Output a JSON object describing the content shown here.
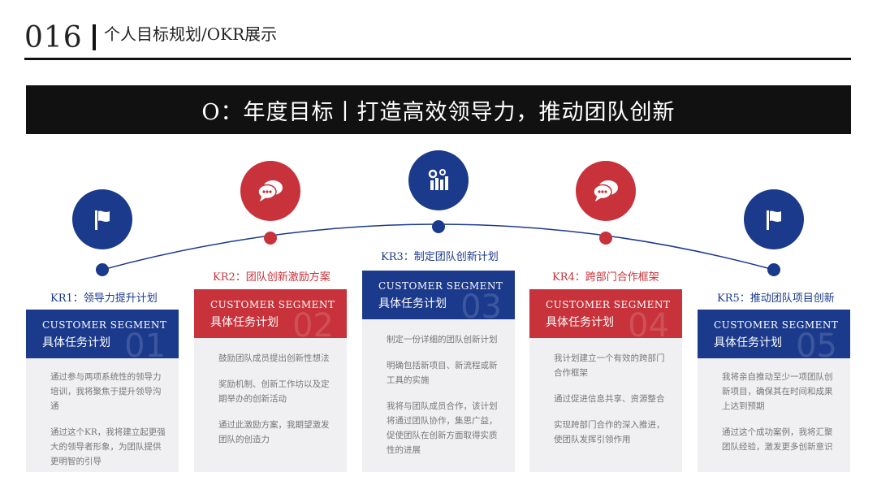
{
  "header": {
    "page_number": "016",
    "title": "个人目标规划/OKR展示"
  },
  "objective": "O：年度目标丨打造高效领导力，推动团队创新",
  "colors": {
    "blue": "#1b3a8c",
    "red": "#c8323a",
    "black": "#111111"
  },
  "key_results": [
    {
      "label": "KR1：领导力提升计划",
      "icon": "flag-icon",
      "color": "blue",
      "segment": "CUSTOMER SEGMENT",
      "task": "具体任务计划",
      "number": "01",
      "paragraphs": [
        "通过参与两项系统性的领导力培训，我将聚焦于提升领导沟通",
        "通过这个KR，我将建立起更强大的领导者形象，为团队提供更明智的引导"
      ]
    },
    {
      "label": "KR2：团队创新激励方案",
      "icon": "chat-bubbles-icon",
      "color": "red",
      "segment": "CUSTOMER SEGMENT",
      "task": "具体任务计划",
      "number": "02",
      "paragraphs": [
        "鼓励团队成员提出创新性想法",
        "奖励机制、创新工作坊以及定期举办的创新活动",
        "通过此激励方案，我期望激发团队的创造力"
      ]
    },
    {
      "label": "KR3：制定团队创新计划",
      "icon": "chart-gears-icon",
      "color": "blue",
      "segment": "CUSTOMER SEGMENT",
      "task": "具体任务计划",
      "number": "03",
      "paragraphs": [
        "制定一份详细的团队创新计划",
        "明确包括新项目、新流程或新工具的实施",
        "我将与团队成员合作，该计划将通过团队协作，集思广益，促使团队在创新方面取得实质性的进展"
      ]
    },
    {
      "label": "KR4：跨部门合作框架",
      "icon": "chat-bubbles-icon",
      "color": "red",
      "segment": "CUSTOMER SEGMENT",
      "task": "具体任务计划",
      "number": "04",
      "paragraphs": [
        "我计划建立一个有效的跨部门合作框架",
        "通过促进信息共享、资源整合",
        "实现跨部门合作的深入推进，使团队发挥引领作用"
      ]
    },
    {
      "label": "KR5：推动团队项目创新",
      "icon": "flag-icon",
      "color": "blue",
      "segment": "CUSTOMER SEGMENT",
      "task": "具体任务计划",
      "number": "05",
      "paragraphs": [
        "我将亲自推动至少一项团队创新项目，确保其在时间和成果上达到预期",
        "通过这个成功案例，我将汇聚团队经验，激发更多创新意识"
      ]
    }
  ]
}
